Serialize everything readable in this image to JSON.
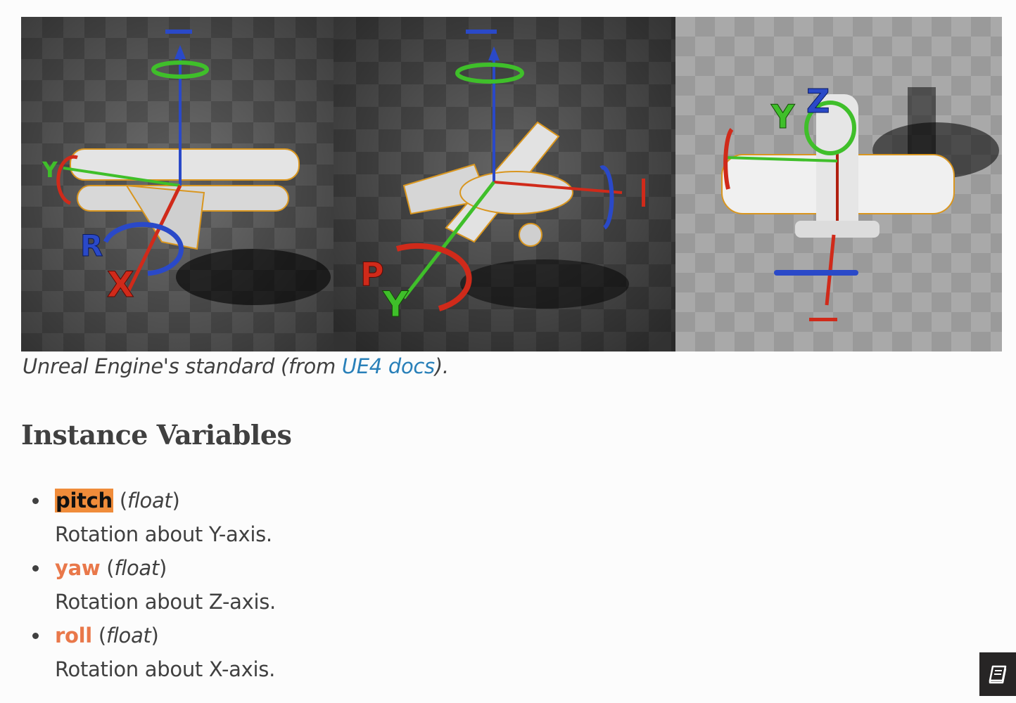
{
  "figure": {
    "panels": [
      {
        "labels": [
          "Y",
          "R",
          "X"
        ]
      },
      {
        "labels": [
          "P",
          "Y"
        ]
      },
      {
        "labels": [
          "Y",
          "Z"
        ]
      }
    ],
    "caption": {
      "prefix": "Unreal Engine's standard (from ",
      "link_text": "UE4 docs",
      "suffix": ")."
    }
  },
  "section": {
    "title": "Instance Variables"
  },
  "variables": [
    {
      "name": "pitch",
      "type": "float",
      "description": "Rotation about Y-axis.",
      "highlighted": true
    },
    {
      "name": "yaw",
      "type": "float",
      "description": "Rotation about Z-axis.",
      "highlighted": false
    },
    {
      "name": "roll",
      "type": "float",
      "description": "Rotation about X-axis.",
      "highlighted": false
    }
  ],
  "colors": {
    "accent": "#e9784a",
    "highlight": "#f08c3a",
    "link": "#2980b9",
    "text": "#404040"
  },
  "icons": {
    "corner_button": "book-icon"
  }
}
